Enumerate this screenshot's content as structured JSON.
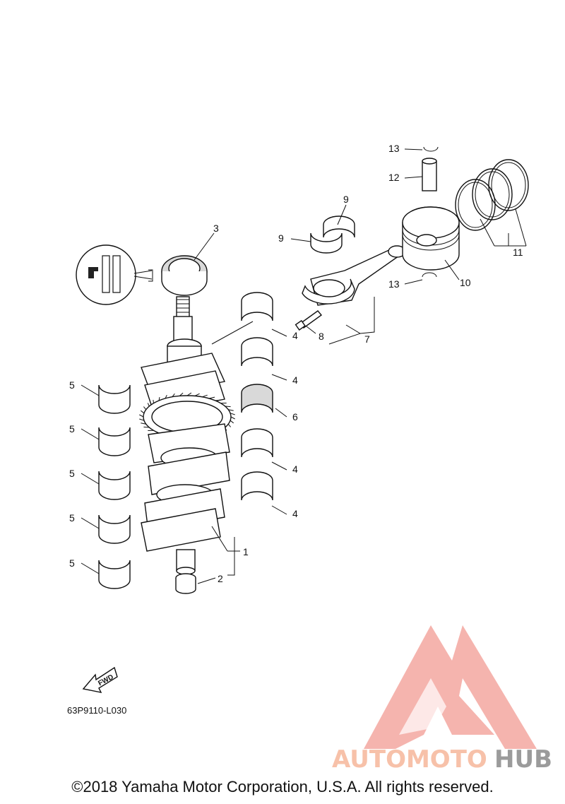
{
  "diagram_code": "63P9110-L030",
  "fwd_label": "FWD",
  "copyright": "©2018 Yamaha Motor Corporation, U.S.A. All rights reserved.",
  "watermark": {
    "text_a": "AUTOMOTO",
    "text_b": "HUB",
    "color_a": "#f6b79b",
    "color_b": "#8a8a8a",
    "logo_color": "#f08a80"
  },
  "callouts": {
    "c1": "1",
    "c2": "2",
    "c3": "3",
    "c4a": "4",
    "c4b": "4",
    "c4c": "4",
    "c4d": "4",
    "c5a": "5",
    "c5b": "5",
    "c5c": "5",
    "c5d": "5",
    "c5e": "5",
    "c6": "6",
    "c7": "7",
    "c8": "8",
    "c9a": "9",
    "c9b": "9",
    "c10": "10",
    "c11": "11",
    "c12": "12",
    "c13a": "13",
    "c13b": "13"
  }
}
